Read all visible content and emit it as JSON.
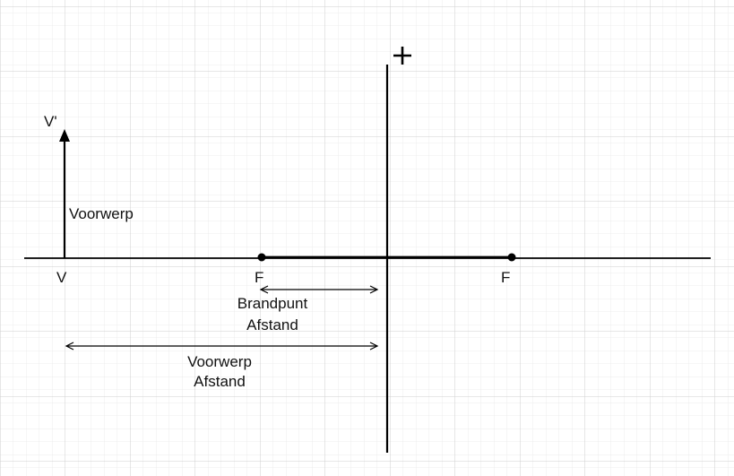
{
  "lens": {
    "sign": "+"
  },
  "object": {
    "top_label": "V'",
    "base_label": "V",
    "name": "Voorwerp"
  },
  "focal_points": {
    "left_label": "F",
    "right_label": "F"
  },
  "dimensions": {
    "focal_distance": {
      "line1": "Brandpunt",
      "line2": "Afstand"
    },
    "object_distance": {
      "line1": "Voorwerp",
      "line2": "Afstand"
    }
  },
  "colors": {
    "grid_minor": "#ececec",
    "grid_major": "#cfcfcf",
    "ink": "#000000"
  }
}
